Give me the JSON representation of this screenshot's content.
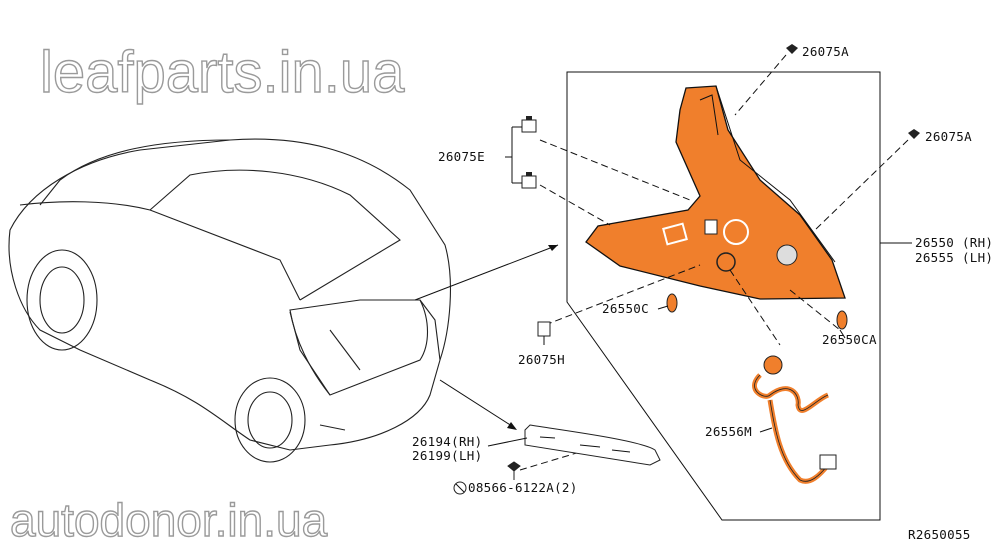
{
  "diagram": {
    "reference_code": "R2650055",
    "accent_color": "#f07f2c",
    "watermarks": [
      "leafparts.in.ua",
      "autodonor.in.ua"
    ],
    "labels": {
      "screw_top": "26075A",
      "screw_right": "26075A",
      "clip_pair": "26075E",
      "lamp_rh": "26550 (RH)",
      "lamp_lh": "26555 (LH)",
      "bulb_c": "26550C",
      "bulb_ca": "26550CA",
      "clip_h": "26075H",
      "harness": "26556M",
      "lower_lamp_rh": "26194(RH)",
      "lower_lamp_lh": "26199(LH)",
      "bolt": "08566-6122A(2)"
    }
  }
}
